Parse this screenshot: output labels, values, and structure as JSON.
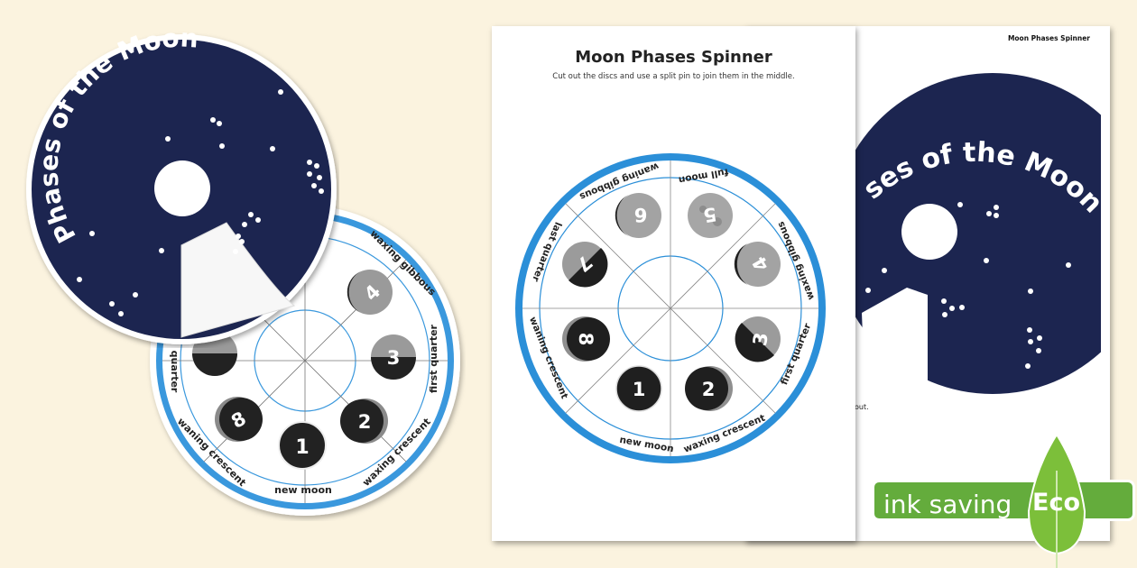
{
  "page": {
    "background": "#fbf3df"
  },
  "front_sheet": {
    "title": "Moon Phases Spinner",
    "instructions": "Cut out the discs and use a split pin to join them in the middle."
  },
  "back_sheet": {
    "header": "Moon Phases Spinner",
    "partial_note": "out."
  },
  "top_disc": {
    "title": "Phases of the Moon",
    "title_partial": "ses of the Moon",
    "color": "#1c2550"
  },
  "phase_wheel": {
    "ring_color": "#2b8fd8",
    "phases": [
      {
        "number": "1",
        "label": "new moon"
      },
      {
        "number": "2",
        "label": "waxing crescent"
      },
      {
        "number": "3",
        "label": "first quarter"
      },
      {
        "number": "4",
        "label": "waxing gibbous"
      },
      {
        "number": "5",
        "label": "full moon"
      },
      {
        "number": "6",
        "label": "waning gibbous"
      },
      {
        "number": "7",
        "label": "last quarter"
      },
      {
        "number": "8",
        "label": "waning crescent"
      }
    ],
    "left_labels_partial": {
      "quarter": "quarter"
    }
  },
  "eco_badge": {
    "text": "ink saving",
    "label": "Eco",
    "color": "#64ac3c"
  }
}
